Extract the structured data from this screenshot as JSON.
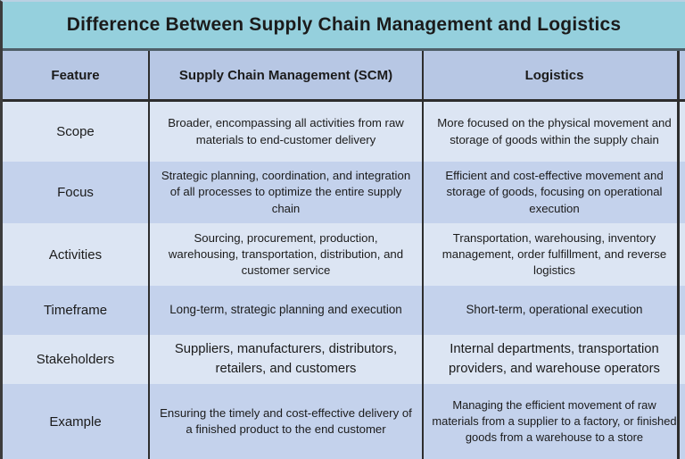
{
  "title": "Difference Between Supply Chain Management and Logistics",
  "columns": [
    "Feature",
    "Supply Chain Management (SCM)",
    "Logistics"
  ],
  "rows": [
    {
      "feature": "Scope",
      "scm": "Broader, encompassing all activities from raw materials to end-customer delivery",
      "logistics": "More focused on the physical movement and storage of goods within the supply chain"
    },
    {
      "feature": "Focus",
      "scm": "Strategic planning, coordination, and integration of all processes to optimize the entire supply chain",
      "logistics": "Efficient and cost-effective movement and storage of goods, focusing on operational execution"
    },
    {
      "feature": "Activities",
      "scm": "Sourcing, procurement, production, warehousing, transportation, distribution, and customer service",
      "logistics": "Transportation, warehousing, inventory management, order fulfillment, and reverse logistics"
    },
    {
      "feature": "Timeframe",
      "scm": "Long-term, strategic planning and execution",
      "logistics": "Short-term, operational execution"
    },
    {
      "feature": "Stakeholders",
      "scm": "Suppliers, manufacturers, distributors, retailers, and customers",
      "logistics": "Internal departments, transportation providers, and warehouse operators"
    },
    {
      "feature": "Example",
      "scm": "Ensuring the timely and cost-effective delivery of a finished product to the end customer",
      "logistics": "Managing the efficient movement of raw materials from a supplier to a factory, or finished goods from a warehouse to a store"
    }
  ],
  "colors": {
    "title_bg": "#95d0dd",
    "title_divider": "#4f5f69",
    "header_bg": "#b7c7e4",
    "row_light": "#dce5f3",
    "row_medium": "#c4d2ec",
    "border_dark": "#2d2d2d",
    "frame_left_border": "#3c3c3c",
    "frame_top_border": "#bad0e2",
    "text": "#1b1b1b"
  }
}
